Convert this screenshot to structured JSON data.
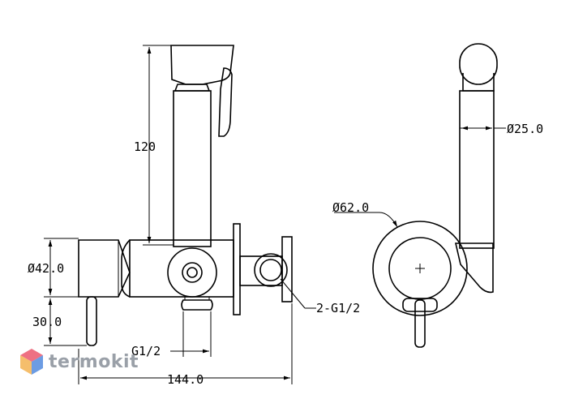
{
  "dimensions": {
    "handle_height": "120",
    "body_diameter": "Ø42.0",
    "lever_height": "30.0",
    "hose_thread": "G1/2",
    "total_width": "144.0",
    "inlet_thread": "2-G1/2",
    "holder_diameter": "Ø25.0",
    "plate_diameter": "Ø62.0"
  },
  "watermark": {
    "text": "termokit",
    "colors": [
      "#e8425a",
      "#3b7bd9",
      "#f2a83b"
    ]
  }
}
